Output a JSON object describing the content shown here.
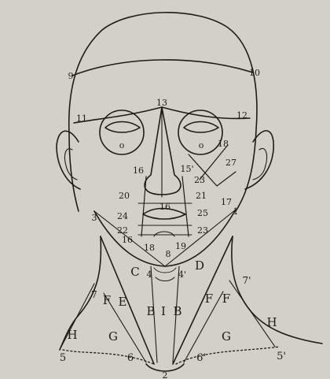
{
  "diagram": {
    "type": "anatomical-engraving",
    "subject": "head-and-neck-regions",
    "ink_color": "#1f1c18",
    "paper_color": "#d2d0c8"
  },
  "labels": {
    "crown_left": "9",
    "crown_right": "10",
    "brow_left": "11",
    "brow_right": "12",
    "nose_top": "13",
    "eye_left": "o",
    "eye_right": "o",
    "temple_a": "18",
    "temple_b": "27",
    "cheek_a": "23",
    "nose_left": "16",
    "nose_right": "15'",
    "cheek_left": "20",
    "cheek_right": "21",
    "lip_upper": "16",
    "ear_right": "17",
    "jaw_right": "1",
    "jaw_left": "3",
    "mouth_left": "24",
    "mouth_right": "25",
    "chin_left_a": "22",
    "chin_left_b": "16",
    "chin_right": "23",
    "chin_mid_left": "18",
    "chin_mid": "8",
    "chin_mid_right": "19",
    "neck_c": "C",
    "neck_d": "D",
    "neck_small_left": "4",
    "neck_small_right": "4'",
    "neck_left_7": "7",
    "neck_right_7": "7'",
    "neck_e": "E",
    "neck_f_left": "F",
    "neck_f_right": "F",
    "neck_f_right2": "F",
    "neck_b_left": "B",
    "neck_i": "I",
    "neck_b_right": "B",
    "neck_g_left": "G",
    "neck_g_right": "G",
    "neck_h_left": "H",
    "neck_h_right": "H",
    "shoulder_left": "5",
    "shoulder_right": "5'",
    "clavicle_left": "6",
    "clavicle_right": "6'",
    "sternum": "2"
  }
}
